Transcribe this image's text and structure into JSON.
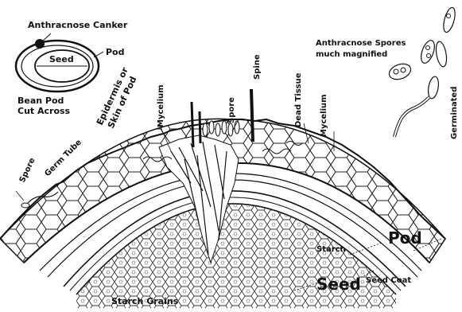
{
  "labels": {
    "anthracnose_canker": "Anthracnose Canker",
    "seed_inset": "Seed",
    "pod_inset": "Pod",
    "bean_pod_cut_across_1": "Bean Pod",
    "bean_pod_cut_across_2": "Cut Across",
    "epidermis_1": "Epidermis or",
    "epidermis_2": "Skin of Pod",
    "spore_left": "Spore",
    "germ_tube": "Germ Tube",
    "mycelium_left": "Mycelium",
    "spore_center": "Spore",
    "spine": "Spine",
    "dead_tissue": "Dead Tissue",
    "mycelium_right": "Mycelium",
    "spores_magnified_1": "Anthracnose Spores",
    "spores_magnified_2": "much magnified",
    "germinated": "Germinated",
    "starch": "Starch",
    "pod_main": "Pod",
    "seed_coat": "Seed Coat",
    "seed_main": "Seed",
    "starch_grains": "Starch Grains"
  }
}
